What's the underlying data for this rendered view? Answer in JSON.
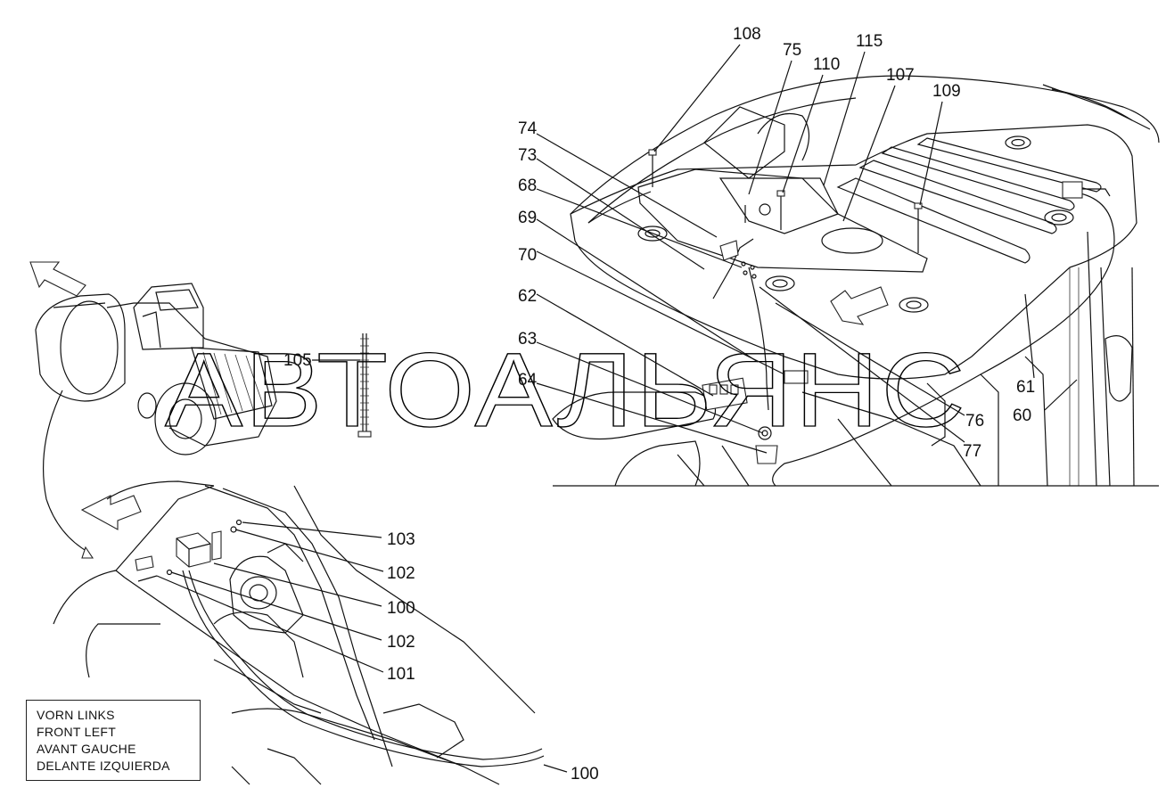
{
  "watermark": "АВТОАЛЬЯНС",
  "legend": {
    "lines": [
      "VORN LINKS",
      "FRONT LEFT",
      "AVANT GAUCHE",
      "DELANTE IZQUIERDA"
    ]
  },
  "callouts": {
    "c108": "108",
    "c75": "75",
    "c115": "115",
    "c110": "110",
    "c107": "107",
    "c109": "109",
    "c74": "74",
    "c73": "73",
    "c68": "68",
    "c69": "69",
    "c70": "70",
    "c62": "62",
    "c63": "63",
    "c64": "64",
    "c105": "105",
    "c61": "61",
    "c60": "60",
    "c76": "76",
    "c77": "77",
    "c103": "103",
    "c102a": "102",
    "c100a": "100",
    "c102b": "102",
    "c101": "101",
    "c100b": "100"
  }
}
